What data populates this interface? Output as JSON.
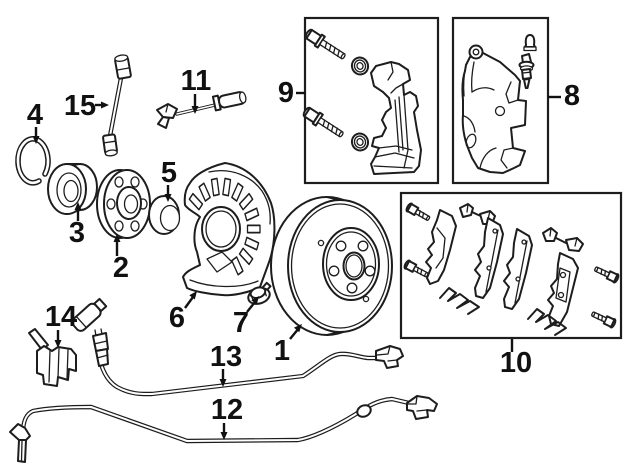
{
  "diagram": {
    "background_color": "#ffffff",
    "line_color": "#1d1d1d",
    "callouts": [
      {
        "label": "1",
        "part": "brake-rotor"
      },
      {
        "label": "2",
        "part": "wheel-hub"
      },
      {
        "label": "3",
        "part": "wheel-bearing"
      },
      {
        "label": "4",
        "part": "snap-ring"
      },
      {
        "label": "5",
        "part": "grease-cap"
      },
      {
        "label": "6",
        "part": "splash-shield"
      },
      {
        "label": "7",
        "part": "mounting-bolt"
      },
      {
        "label": "8",
        "part": "brake-caliper"
      },
      {
        "label": "9",
        "part": "caliper-bracket"
      },
      {
        "label": "10",
        "part": "brake-pad-set"
      },
      {
        "label": "11",
        "part": "brake-pad-wear-sensor"
      },
      {
        "label": "12",
        "part": "brake-line-lower"
      },
      {
        "label": "13",
        "part": "wheel-speed-sensor-cable"
      },
      {
        "label": "14",
        "part": "sensor-bracket"
      },
      {
        "label": "15",
        "part": "brake-hose"
      }
    ]
  }
}
